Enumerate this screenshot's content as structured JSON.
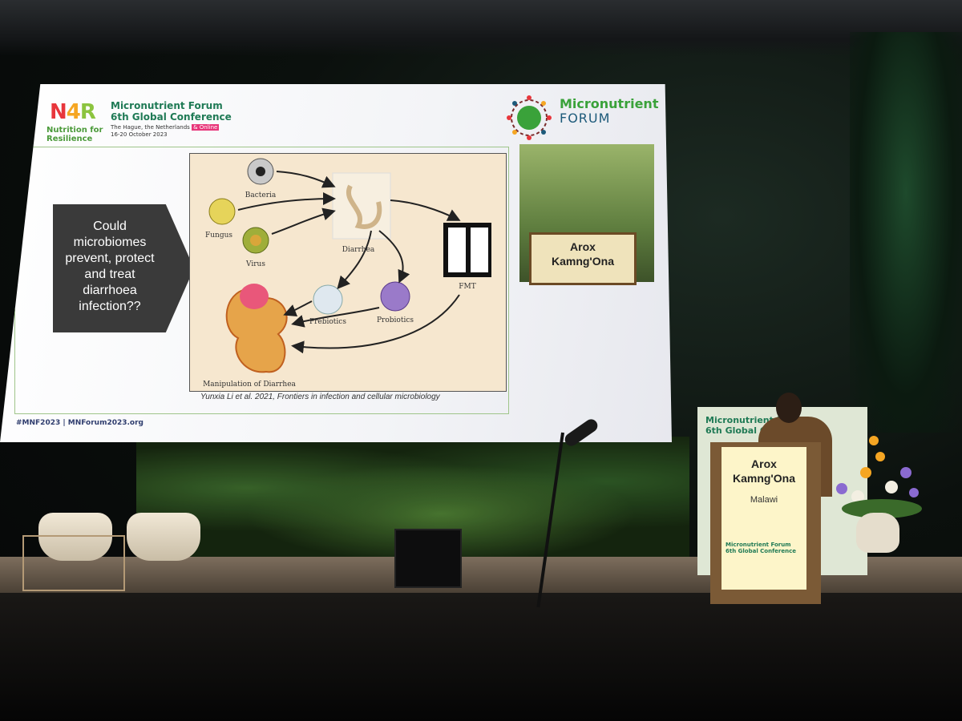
{
  "slide": {
    "event_logo": {
      "n": "N",
      "four": "4",
      "r": "R",
      "tagline_1": "Nutrition for",
      "tagline_2": "Resilience"
    },
    "conference_title_1": "Micronutrient Forum",
    "conference_title_2": "6th Global Conference",
    "conference_location": "The Hague, the Netherlands",
    "conference_online": "& Online",
    "conference_dates": "16-20 October 2023",
    "org_name_1": "Micronutrient",
    "org_name_2": "FORUM",
    "question_lines": [
      "Could",
      "microbiomes",
      "prevent, protect",
      "and treat",
      "diarrhoea",
      "infection??"
    ],
    "figure_labels": {
      "bacteria": "Bacteria",
      "fungus": "Fungus",
      "virus": "Virus",
      "diarrhea": "Diarrhea",
      "fmt": "FMT",
      "prebiotics": "Prebiotics",
      "probiotics": "Probiotics",
      "manipulation": "Manipulation of Diarrhea"
    },
    "citation": "Yunxia Li et al. 2021, Frontiers in infection and cellular microbiology",
    "speaker_card_1": "Arox",
    "speaker_card_2": "Kamng'Ona",
    "footer": "#MNF2023 | MNForum2023.org"
  },
  "banner": {
    "title_1": "Micronutrient Forum",
    "title_2": "6th Global Conference"
  },
  "podium": {
    "name_1": "Arox",
    "name_2": "Kamng'Ona",
    "country": "Malawi",
    "logo_1": "Micronutrient Forum",
    "logo_2": "6th Global Conference"
  },
  "colors": {
    "n4r_red": "#e8363c",
    "n4r_orange": "#f5a623",
    "n4r_green": "#8cc43f",
    "forum_green": "#3aa23a",
    "forum_blue": "#1d5a7a"
  }
}
